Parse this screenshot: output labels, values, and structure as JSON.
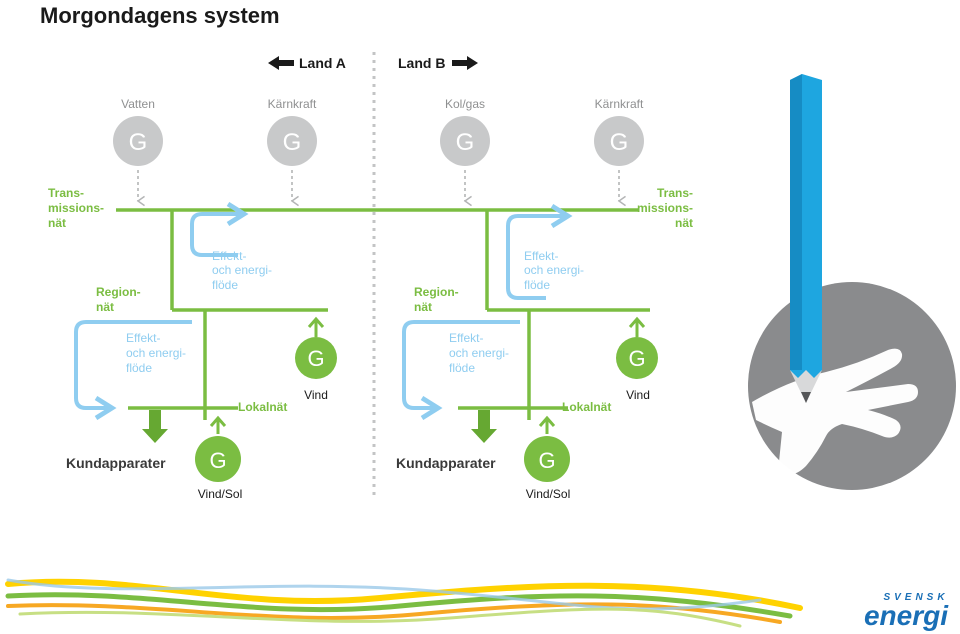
{
  "title": "Morgondagens system",
  "countries": {
    "a": "Land A",
    "b": "Land B"
  },
  "generator_symbol": "G",
  "plants": {
    "left_1": "Vatten",
    "left_2": "Kärnkraft",
    "right_1": "Kol/gas",
    "right_2": "Kärnkraft"
  },
  "transmission_label": [
    "Trans-",
    "missions-",
    "nät"
  ],
  "regional_label": [
    "Region-",
    "nät"
  ],
  "flow_label": [
    "Effekt-",
    "och energi-",
    "flöde"
  ],
  "local_net": "Lokalnät",
  "wind": "Vind",
  "wind_sun": "Vind/Sol",
  "customers": "Kundapparater",
  "logo": {
    "top": "SVENSK",
    "bottom": "energi"
  },
  "colors": {
    "title": "#1a1a1a",
    "grey_generator": "#c8c9ca",
    "grey_text": "#8f9091",
    "green": "#7bbd42",
    "green_dark": "#66a832",
    "flow_blue": "#8fcdf0",
    "pencil_blue": "#1ea6e0",
    "logo_blue": "#1a6fb6",
    "hand_grey": "#8a8b8d"
  },
  "icons": [
    "arrow-left-icon",
    "arrow-right-icon",
    "pencil-icon",
    "hand-icon"
  ]
}
